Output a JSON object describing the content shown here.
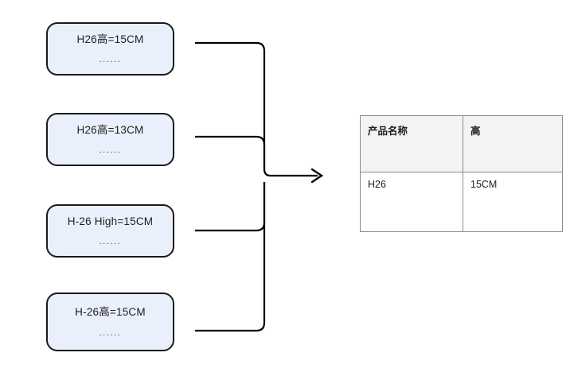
{
  "diagram": {
    "title": "product-record-normalization-flow",
    "colors": {
      "box_fill": "#eaf0fb",
      "box_border": "#1a1a1a",
      "connector": "#000000",
      "table_border": "#8c8c8c",
      "table_header_fill": "#f3f3f3",
      "text": "#1c1c1c",
      "background": "#ffffff"
    },
    "source_records": [
      {
        "id": "record-1",
        "text": "H26高=15CM",
        "ellipsis": "......"
      },
      {
        "id": "record-2",
        "text": "H26高=13CM",
        "ellipsis": "......"
      },
      {
        "id": "record-3",
        "text": "H-26 High=15CM",
        "ellipsis": "......"
      },
      {
        "id": "record-4",
        "text": "H-26高=15CM",
        "ellipsis": "......"
      }
    ],
    "connector": {
      "icon": "merge-arrow-icon",
      "direction": "right"
    },
    "result_table": {
      "columns": [
        {
          "key": "name",
          "label": "产品名称"
        },
        {
          "key": "height",
          "label": "高"
        }
      ],
      "rows": [
        {
          "name": "H26",
          "height": "15CM"
        }
      ]
    }
  }
}
